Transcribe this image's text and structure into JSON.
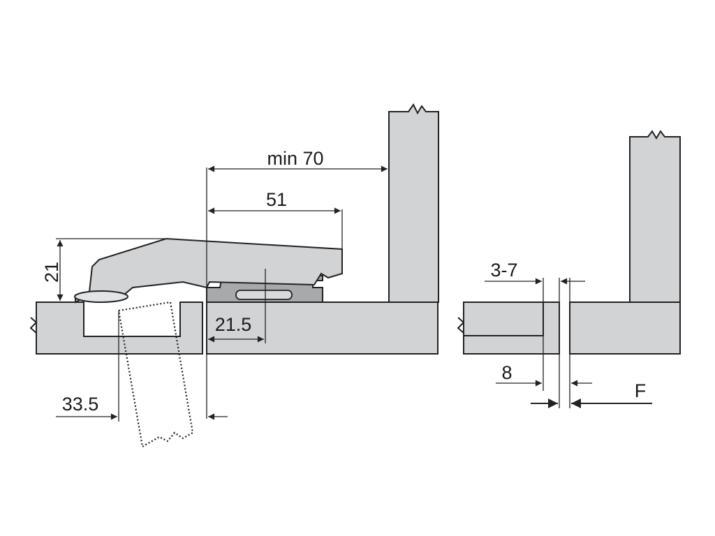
{
  "labels": {
    "overlay": "min 70",
    "arm_length": "51",
    "height": "21",
    "plate_offset": "21.5",
    "cup_offset": "33.5",
    "gap": "3-7",
    "door_thickness": "8",
    "f_mark": "F"
  },
  "colors": {
    "panel": "#d2d3d5",
    "plate": "#a8a9ab",
    "line": "#222222"
  }
}
